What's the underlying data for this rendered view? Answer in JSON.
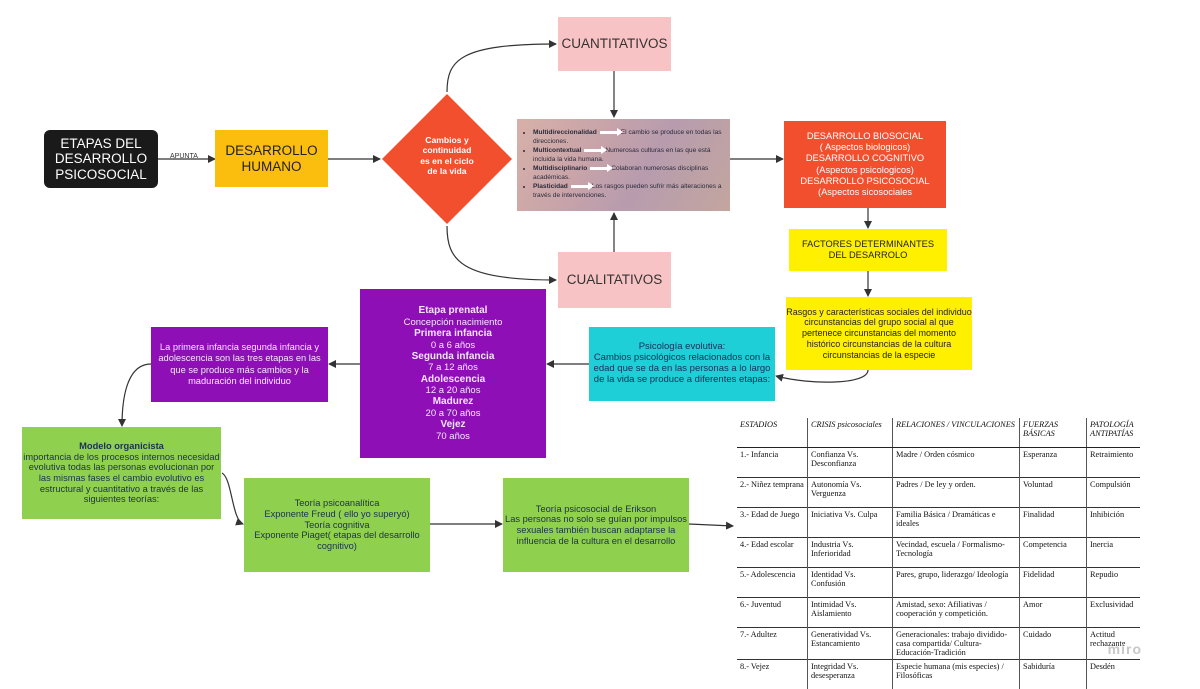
{
  "nodes": {
    "title": [
      "ETAPAS DEL",
      "DESARROLLO",
      "PSICOSOCIAL"
    ],
    "apunta": "APUNTA",
    "desarrollo_humano": [
      "DESARROLLO",
      "HUMANO"
    ],
    "cambios": [
      "Cambios y",
      "continuidad",
      "es en el ciclo",
      "de la vida"
    ],
    "cuantitativos": "CUANTITATIVOS",
    "cualitativos": "CUALITATIVOS",
    "multi": [
      {
        "term": "Multidireccionalidad",
        "desc": "El cambio se produce en todas las direcciones."
      },
      {
        "term": "Multicontextual",
        "desc": "Numerosas culturas en las que está incluida la vida humana."
      },
      {
        "term": "Multidisciplinario",
        "desc": "Colaboran numerosas disciplinas académicas."
      },
      {
        "term": "Plasticidad",
        "desc": "Los rasgos pueden sufrir más alteraciones a través de intervenciones."
      }
    ],
    "biosocial": [
      "DESARROLLO BIOSOCIAL",
      "( Aspectos biologicos)",
      "DESARROLLO COGNITIVO",
      "(Aspectos psicologicos)",
      "DESARROLLO PSICOSOCIAL",
      "(Aspectos sicosociales"
    ],
    "factores": [
      "FACTORES DETERMINANTES",
      "DEL DESARROLO"
    ],
    "rasgos": "Rasgos y características sociales del individuo circunstancias del grupo social al que pertenece circunstancias del momento histórico circunstancias de la cultura circunstancias de la especie",
    "psicologia": [
      "Psicología evolutiva:",
      "Cambios psicológicos relacionados con la edad que se da en las personas a lo largo de la vida se produce a diferentes etapas:"
    ],
    "etapas": [
      {
        "t": "Etapa prenatal",
        "s": "Concepción nacimiento"
      },
      {
        "t": "Primera infancia",
        "s": "0 a 6 años"
      },
      {
        "t": "Segunda infancia",
        "s": "7 a 12 años"
      },
      {
        "t": "Adolescencia",
        "s": "12 a 20 años"
      },
      {
        "t": "Madurez",
        "s": "20 a 70 años"
      },
      {
        "t": "Vejez",
        "s": "70 años"
      }
    ],
    "infancia": "La primera infancia segunda infancia y adolescencia son las tres etapas en las que se produce más cambios y la maduración del individuo",
    "modelo": {
      "t": "Modelo organicista",
      "s": "importancia de los procesos internos necesidad evolutiva todas las personas evolucionan por las mismas fases el cambio evolutivo es estructural y cuantitativo a través de las siguientes teorías:"
    },
    "psicoanalitica": [
      "Teoría psicoanalítica",
      "Exponente Freud ( ello yo superyó)",
      "Teoría cognitiva",
      "Exponente Piaget( etapas del desarrollo cognitivo)"
    ],
    "erikson": [
      "Teoría psicosocial de Erikson",
      "Las personas no solo se guían por impulsos sexuales también buscan adaptarse la influencia de la cultura en el desarrollo"
    ]
  },
  "table": {
    "headers": [
      "ESTADIOS",
      "CRISIS psicosociales",
      "RELACIONES / VINCULACIONES",
      "FUERZAS BÁSICAS",
      "PATOLOGÍA ANTIPATÍAS"
    ],
    "rows": [
      [
        "1.- Infancia",
        "Confianza Vs. Desconfianza",
        "Madre / Orden cósmico",
        "Esperanza",
        "Retraimiento"
      ],
      [
        "2.- Niñez temprana",
        "Autonomía Vs. Verguenza",
        "Padres / De ley y orden.",
        "Voluntad",
        "Compulsión"
      ],
      [
        "3.- Edad de Juego",
        "Iniciativa Vs. Culpa",
        "Familia Básica / Dramáticas e ideales",
        "Finalidad",
        "Inhibición"
      ],
      [
        "4.- Edad escolar",
        "Industria Vs. Inferioridad",
        "Vecindad, escuela / Formalismo-Tecnología",
        "Competencia",
        "Inercia"
      ],
      [
        "5.- Adolescencia",
        "Identidad Vs. Confusión",
        "Pares, grupo, liderazgo/ Ideología",
        "Fidelidad",
        "Repudio"
      ],
      [
        "6.- Juventud",
        "Intimidad Vs. Aislamiento",
        "Amistad, sexo: Afiliativas / cooperación y competición.",
        "Amor",
        "Exclusividad"
      ],
      [
        "7.- Adultez",
        "Generatividad Vs. Estancamiento",
        "Generacionales: trabajo dividido- casa compartida/ Cultura-Educación-Tradición",
        "Cuidado",
        "Actitud rechazante"
      ],
      [
        "8.- Vejez",
        "Integridad Vs. desesperanza",
        "Especie humana (mis especies) / Filosóficas",
        "Sabiduría",
        "Desdén"
      ]
    ]
  },
  "watermark": "miro",
  "colors": {
    "black": "#1a1a1a",
    "yellow_orange": "#fbbd0e",
    "pink": "#f8c3c4",
    "orange_red": "#f24f2e",
    "yellow": "#fff000",
    "cyan": "#1ecfd8",
    "purple": "#8e0fb5",
    "green": "#8fd14f"
  }
}
